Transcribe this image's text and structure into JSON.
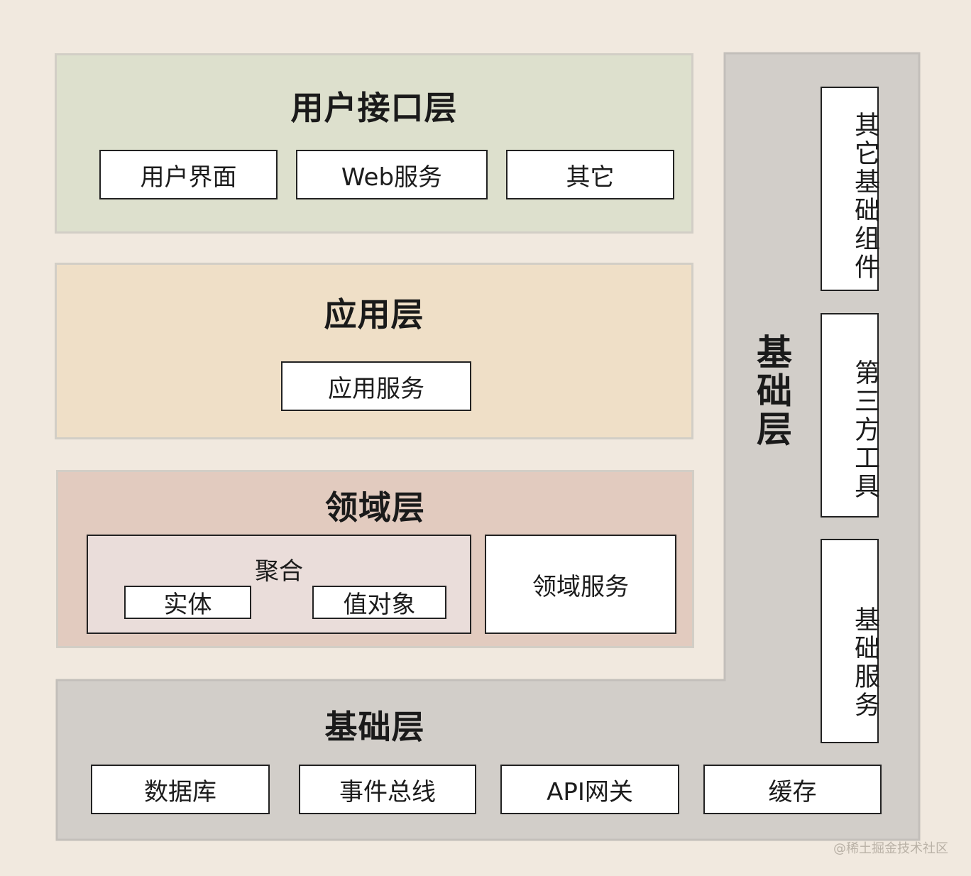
{
  "colors": {
    "background": "#f1e9df",
    "ui_layer": "#dde0cd",
    "app_layer": "#efdfc7",
    "domain_layer": "#e2cbbf",
    "aggregate": "#eaddda",
    "infra_layer": "#d2cec9",
    "box": "#ffffff",
    "border": "#222222"
  },
  "ui_layer": {
    "title": "用户接口层",
    "items": [
      "用户界面",
      "Web服务",
      "其它"
    ]
  },
  "app_layer": {
    "title": "应用层",
    "items": [
      "应用服务"
    ]
  },
  "domain_layer": {
    "title": "领域层",
    "aggregate": {
      "label": "聚合",
      "items": [
        "实体",
        "值对象"
      ]
    },
    "service": "领域服务"
  },
  "infra_layer": {
    "title": "基础层",
    "vertical_title": "基础层",
    "vertical_items": [
      "其它基础组件",
      "第三方工具",
      "基础服务"
    ],
    "bottom_items": [
      "数据库",
      "事件总线",
      "API网关",
      "缓存"
    ]
  },
  "watermark": "@稀土掘金技术社区"
}
